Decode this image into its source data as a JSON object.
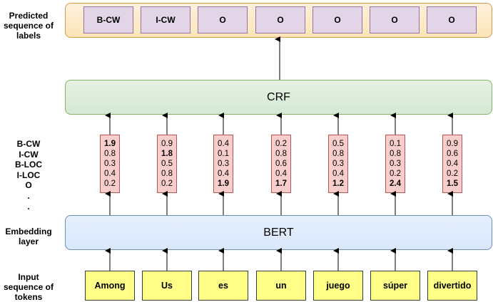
{
  "side_labels": {
    "predicted": "Predicted\nsequence of\nlabels",
    "embedding": "Embedding\nlayer",
    "input": "Input\nsequence of\ntokens"
  },
  "crf_label": "CRF",
  "bert_label": "BERT",
  "classes": [
    "B-CW",
    "I-CW",
    "B-LOC",
    "I-LOC",
    "O",
    ".",
    "."
  ],
  "predicted_labels": [
    "B-CW",
    "I-CW",
    "O",
    "O",
    "O",
    "O",
    "O"
  ],
  "scores": [
    [
      1.9,
      0.8,
      0.3,
      0.4,
      0.2
    ],
    [
      0.9,
      1.8,
      0.5,
      0.8,
      0.2
    ],
    [
      0.4,
      0.1,
      0.3,
      0.4,
      1.9
    ],
    [
      0.2,
      0.8,
      0.6,
      0.4,
      1.7
    ],
    [
      0.5,
      0.8,
      0.3,
      0.4,
      1.2
    ],
    [
      0.1,
      0.8,
      0.3,
      0.2,
      2.4
    ],
    [
      0.9,
      0.6,
      0.4,
      0.2,
      1.5
    ]
  ],
  "tokens": [
    "Among",
    "Us",
    "es",
    "un",
    "juego",
    "súper",
    "divertido"
  ],
  "colors": {
    "crf_fill": "#d5e8d4",
    "bert_fill": "#dae8fc",
    "label_fill": "#e1d5e7",
    "score_fill": "#f8cecc",
    "token_fill": "#ffff88",
    "output_fill": "#fce4b6"
  }
}
